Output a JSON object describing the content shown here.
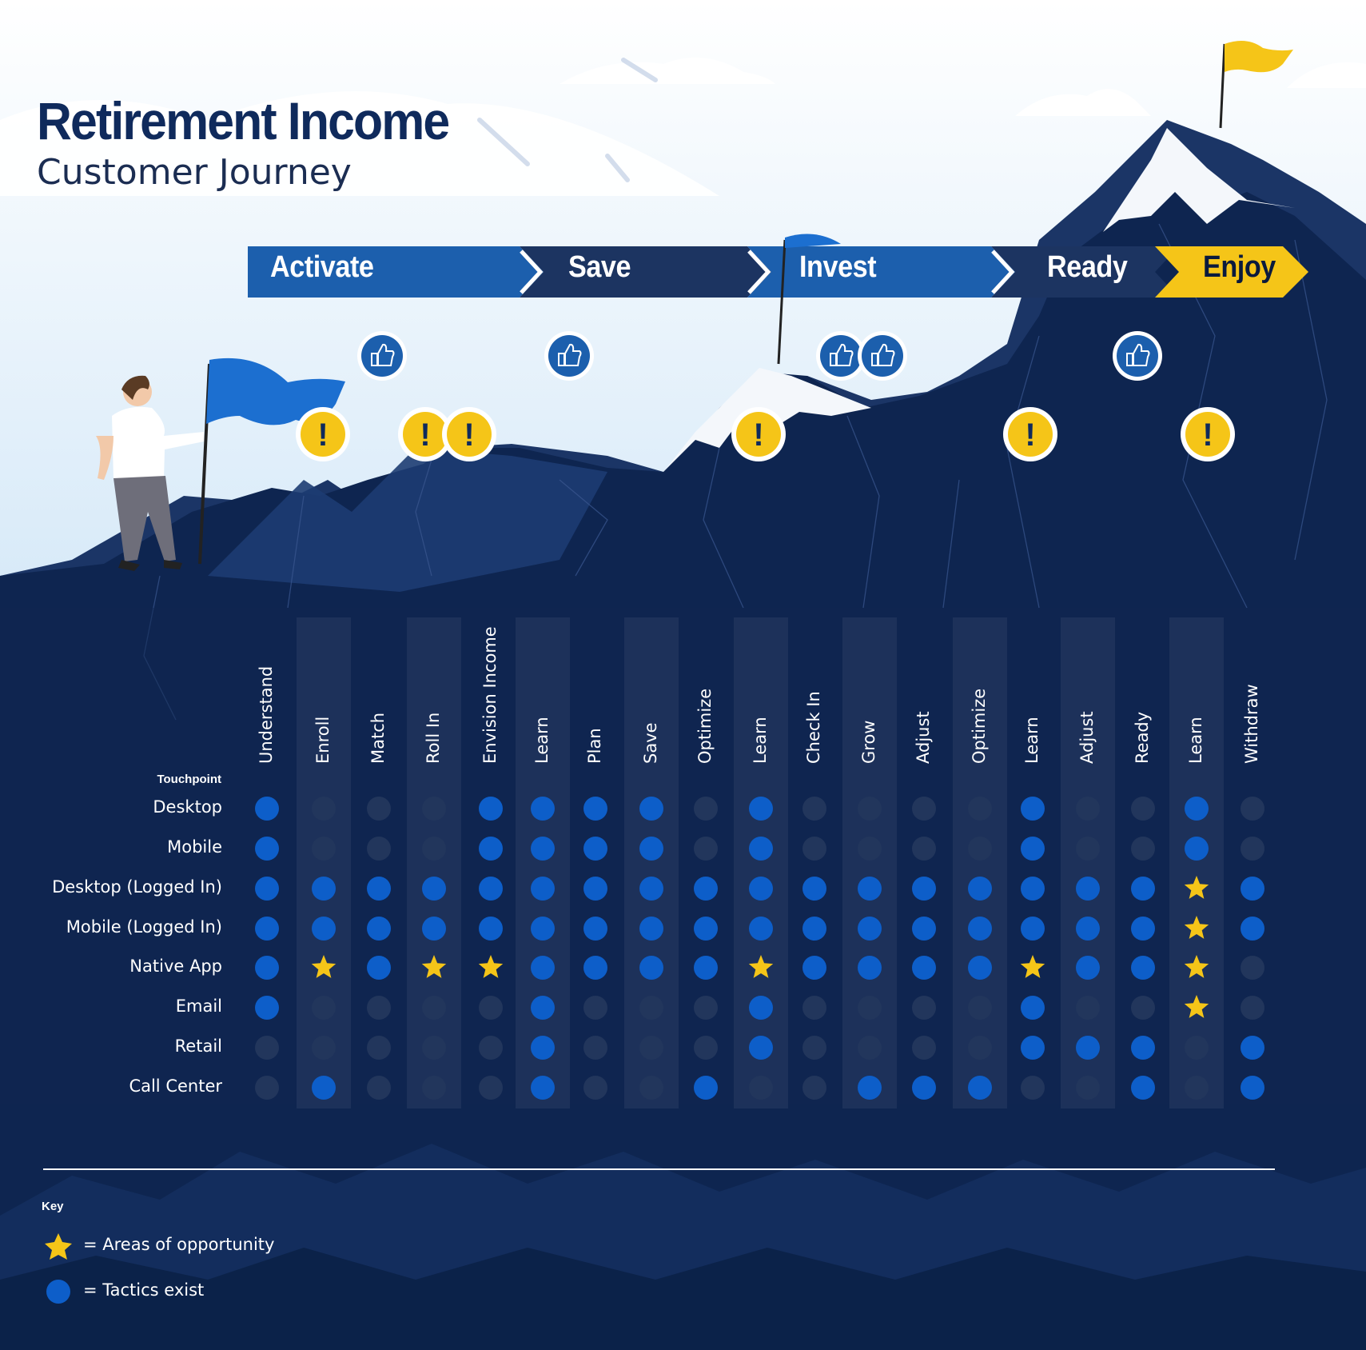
{
  "title": {
    "main": "Retirement Income",
    "sub": "Customer Journey"
  },
  "stages": [
    {
      "label": "Activate"
    },
    {
      "label": "Save"
    },
    {
      "label": "Invest"
    },
    {
      "label": "Ready"
    },
    {
      "label": "Enjoy"
    }
  ],
  "colors": {
    "activate": "#1c5fad",
    "save": "#1c3461",
    "invest": "#1c5fad",
    "ready": "#1c3461",
    "enjoy": "#f5c518",
    "tactic": "#0d5ec9",
    "opportunity": "#f5c518",
    "empty": "#22365c",
    "navy": "#0f2a5c"
  },
  "table": {
    "touchpoint_header": "Touchpoint",
    "columns": [
      "Understand",
      "Enroll",
      "Match",
      "Roll In",
      "Envision Income",
      "Learn",
      "Plan",
      "Save",
      "Optimize",
      "Learn",
      "Check In",
      "Grow",
      "Adjust",
      "Optimize",
      "Learn",
      "Adjust",
      "Ready",
      "Learn",
      "Withdraw"
    ],
    "rows": [
      {
        "label": "Desktop",
        "cells": [
          1,
          0,
          0,
          0,
          1,
          1,
          1,
          1,
          0,
          1,
          0,
          0,
          0,
          0,
          1,
          0,
          0,
          1,
          0
        ]
      },
      {
        "label": "Mobile",
        "cells": [
          1,
          0,
          0,
          0,
          1,
          1,
          1,
          1,
          0,
          1,
          0,
          0,
          0,
          0,
          1,
          0,
          0,
          1,
          0
        ]
      },
      {
        "label": "Desktop (Logged In)",
        "cells": [
          1,
          1,
          1,
          1,
          1,
          1,
          1,
          1,
          1,
          1,
          1,
          1,
          1,
          1,
          1,
          1,
          1,
          2,
          1
        ]
      },
      {
        "label": "Mobile (Logged In)",
        "cells": [
          1,
          1,
          1,
          1,
          1,
          1,
          1,
          1,
          1,
          1,
          1,
          1,
          1,
          1,
          1,
          1,
          1,
          2,
          1
        ]
      },
      {
        "label": "Native App",
        "cells": [
          1,
          2,
          1,
          2,
          2,
          1,
          1,
          1,
          1,
          2,
          1,
          1,
          1,
          1,
          2,
          1,
          1,
          2,
          0
        ]
      },
      {
        "label": "Email",
        "cells": [
          1,
          0,
          0,
          0,
          0,
          1,
          0,
          0,
          0,
          1,
          0,
          0,
          0,
          0,
          1,
          0,
          0,
          2,
          0
        ]
      },
      {
        "label": "Retail",
        "cells": [
          0,
          0,
          0,
          0,
          0,
          1,
          0,
          0,
          0,
          1,
          0,
          0,
          0,
          0,
          1,
          1,
          1,
          0,
          1
        ]
      },
      {
        "label": "Call Center",
        "cells": [
          0,
          1,
          0,
          0,
          0,
          1,
          0,
          0,
          1,
          0,
          0,
          1,
          1,
          1,
          0,
          0,
          1,
          0,
          1
        ]
      }
    ]
  },
  "markers": {
    "thumbs_up": "thumbs-up-icon",
    "alert": "exclamation-icon",
    "alert_glyph": "!"
  },
  "key": {
    "title": "Key",
    "opportunity_text": "= Areas of opportunity",
    "tactics_text": "= Tactics exist"
  }
}
